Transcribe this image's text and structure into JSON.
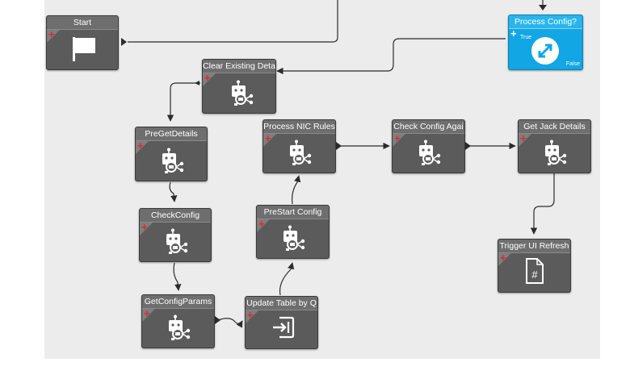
{
  "canvas": {
    "background": "#ececec"
  },
  "colors": {
    "node": "#5b5b5b",
    "selected": "#12a6e4",
    "wire": "#2b2b2b",
    "plus": "#e8232a"
  },
  "nodes": {
    "start": {
      "title": "Start",
      "icon": "flag-icon"
    },
    "process_config": {
      "title": "Process Config?",
      "icon": "expand-arrows-icon",
      "true_label": "True",
      "false_label": "False",
      "selected": true
    },
    "clear_existing": {
      "title": "Clear Existing Deta",
      "icon": "robot-script-icon"
    },
    "pre_get_details": {
      "title": "PreGetDetails",
      "icon": "robot-script-icon"
    },
    "process_nic_rules": {
      "title": "Process NIC Rules",
      "icon": "robot-script-icon"
    },
    "check_config_again": {
      "title": "Check Config Agai",
      "icon": "robot-script-icon"
    },
    "get_jack_details": {
      "title": "Get Jack Details",
      "icon": "robot-script-icon"
    },
    "check_config": {
      "title": "CheckConfig",
      "icon": "robot-script-icon"
    },
    "prestart_config": {
      "title": "PreStart Config",
      "icon": "robot-script-icon"
    },
    "trigger_ui_refresh": {
      "title": "Trigger UI Refresh",
      "icon": "hash-document-icon"
    },
    "get_config_params": {
      "title": "GetConfigParams",
      "icon": "robot-script-icon"
    },
    "update_table": {
      "title": "Update Table by Q",
      "icon": "import-icon"
    }
  }
}
